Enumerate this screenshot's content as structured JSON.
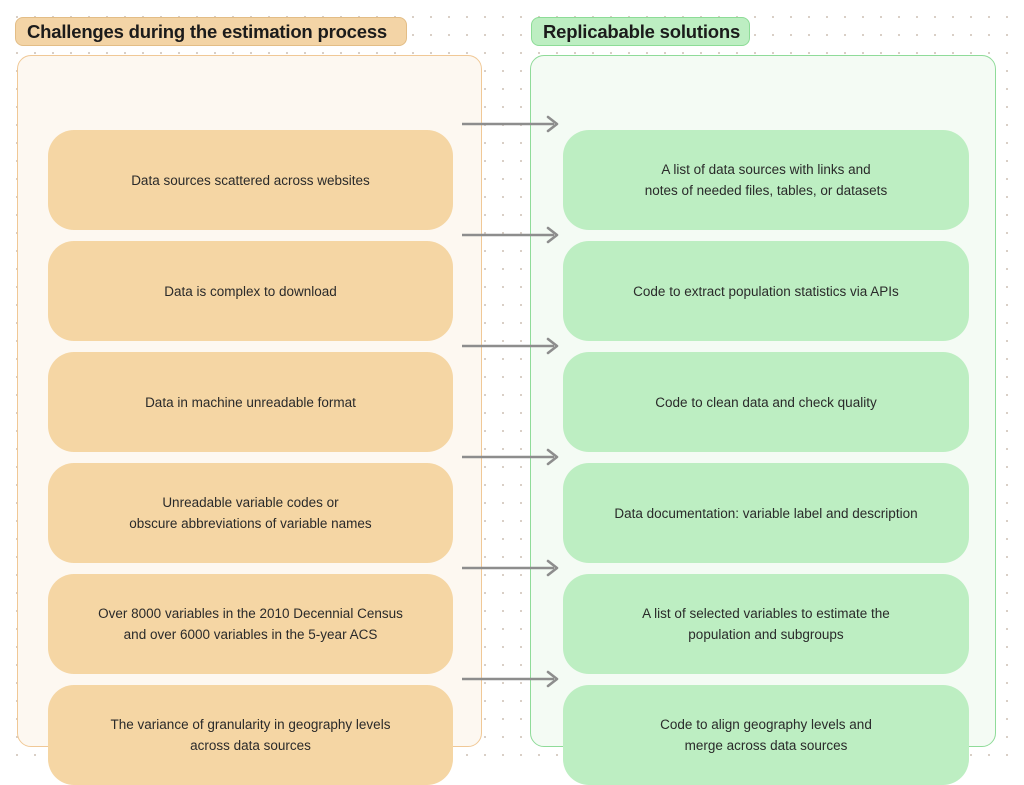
{
  "diagram": {
    "title_left": "Challenges during the estimation process",
    "title_right": "Replicabable solutions",
    "colors": {
      "left_pill_bg": "#f3d4a6",
      "left_pill_border": "#e3bd86",
      "right_pill_bg": "#bdeec2",
      "right_pill_border": "#8ddc97",
      "left_panel_bg": "#fdf8f1",
      "left_panel_border": "#f0c896",
      "right_panel_bg": "#f4fbf4",
      "right_panel_border": "#8fdb99",
      "left_node_bg": "#f5d6a4",
      "right_node_bg": "#bdeec2",
      "text": "#2a2a2a",
      "arrow": "#8d8d8d",
      "page_bg": "#ffffff",
      "dot_grid": "#d9cfc6"
    },
    "rows": [
      {
        "challenge": "Data sources scattered across websites",
        "solution": "A list of data sources with links and\nnotes of needed files, tables, or datasets",
        "arrow": "arrow-right-icon"
      },
      {
        "challenge": "Data is complex to download",
        "solution": "Code to extract population statistics via APIs",
        "arrow": "arrow-right-icon"
      },
      {
        "challenge": "Data in machine unreadable format",
        "solution": "Code to clean data and check quality",
        "arrow": "arrow-right-icon"
      },
      {
        "challenge": "Unreadable variable codes or\nobscure abbreviations of variable names",
        "solution": "Data documentation: variable label and description",
        "arrow": "arrow-right-icon"
      },
      {
        "challenge": "Over 8000 variables in the 2010 Decennial Census\nand over 6000 variables in the 5-year ACS",
        "solution": "A list of selected variables to estimate the\npopulation and subgroups",
        "arrow": "arrow-right-icon"
      },
      {
        "challenge": "The variance of granularity in geography levels\nacross data sources",
        "solution": "Code to align geography levels and\nmerge across data sources",
        "arrow": "arrow-right-icon"
      }
    ]
  }
}
